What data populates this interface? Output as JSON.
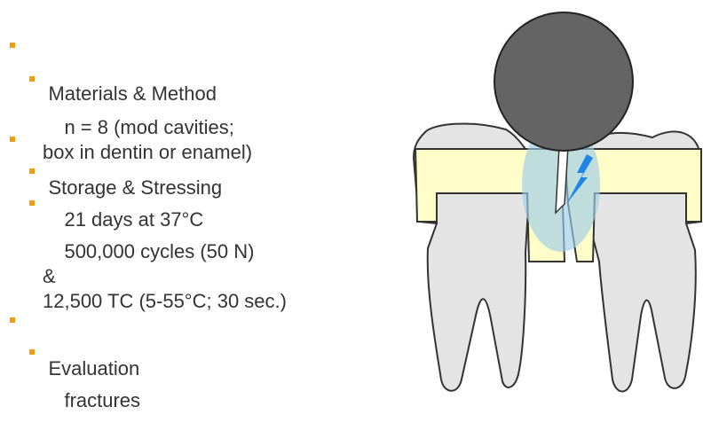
{
  "slide": {
    "sections": [
      {
        "title": "Materials & Method",
        "items": [
          "n = 8 (mod cavities;\nbox in dentin or enamel)"
        ]
      },
      {
        "title": "Storage & Stressing",
        "items": [
          "21 days at 37°C",
          "500,000 cycles (50 N)\n&\n12,500 TC (5-55°C; 30 sec.)"
        ]
      },
      {
        "title": "Evaluation",
        "items": [
          "fractures"
        ]
      }
    ]
  },
  "colors": {
    "bullet": "#f39c12",
    "text": "#333333",
    "ball": "#646464",
    "tooth": "#e4e4e4",
    "restoration": "#fffdc8",
    "highlight": "#9ccde8",
    "lightning": "#1e87e6"
  }
}
